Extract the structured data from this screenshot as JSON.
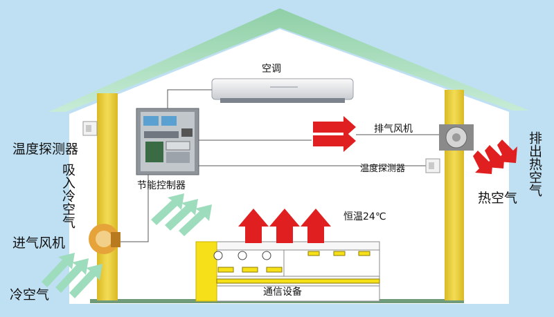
{
  "labels": {
    "air_conditioner": "空调",
    "exhaust_fan": "排气风机",
    "temp_sensor_right": "温度探测器",
    "temp_sensor_left": "温度探测器",
    "intake_cold_air": "吸入冷空气",
    "intake_fan": "进气风机",
    "cold_air": "冷空气",
    "controller": "节能控制器",
    "constant_temp": "恒温24℃",
    "comm_equipment": "通信设备",
    "hot_air": "热空气",
    "exhaust_hot_air": "排出热空气"
  },
  "colors": {
    "sky": "#bfe0f3",
    "roof": "#9fd9b8",
    "wall": "#e9cf3e",
    "hot_arrow": "#e02020",
    "cold_arrow": "#9ddcbc",
    "equipment_slot": "#f5e01a"
  }
}
